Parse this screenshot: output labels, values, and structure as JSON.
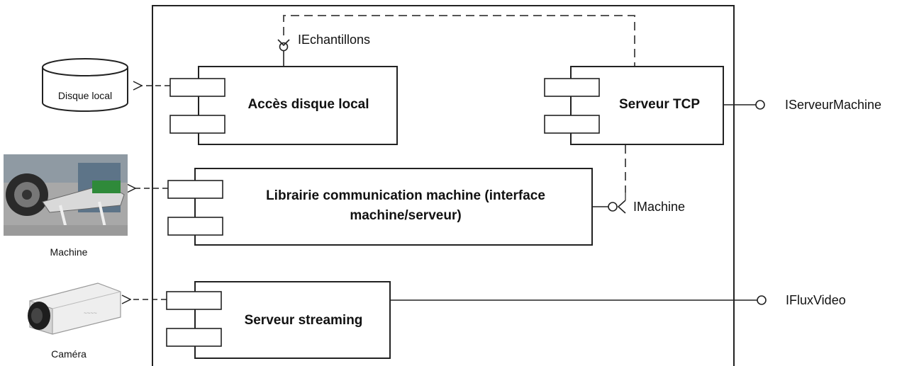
{
  "components": {
    "disk_access": "Accès disque local",
    "tcp_server": "Serveur TCP",
    "machine_lib_line1": "Librairie communication machine (interface",
    "machine_lib_line2": "machine/serveur)",
    "streaming": "Serveur streaming"
  },
  "interfaces": {
    "echantillons": "IEchantillons",
    "serveur_machine": "IServeurMachine",
    "machine": "IMachine",
    "flux_video": "IFluxVideo"
  },
  "externals": {
    "disk": "Disque local",
    "machine": "Machine",
    "camera": "Caméra"
  },
  "colors": {
    "line": "#222222",
    "dashed": "#555555",
    "disk_fill": "#ffffff",
    "machine_photo_bg": "#a8a8a8",
    "camera_body": "#e8e8e8"
  }
}
